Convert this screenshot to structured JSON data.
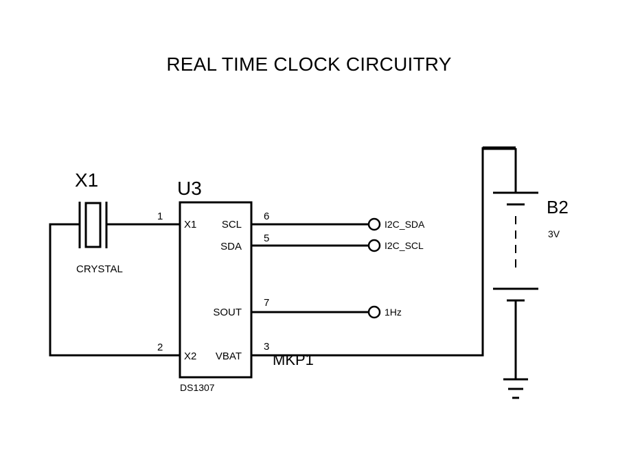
{
  "title": "REAL TIME CLOCK CIRCUITRY",
  "components": {
    "crystal": {
      "ref": "X1",
      "value": "CRYSTAL"
    },
    "ic": {
      "ref": "U3",
      "part": "DS1307",
      "pins": {
        "x1": {
          "name": "X1",
          "num": "1"
        },
        "x2": {
          "name": "X2",
          "num": "2"
        },
        "scl": {
          "name": "SCL",
          "num": "6"
        },
        "sda": {
          "name": "SDA",
          "num": "5"
        },
        "sout": {
          "name": "SOUT",
          "num": "7"
        },
        "vbat": {
          "name": "VBAT",
          "num": "3"
        }
      }
    },
    "battery": {
      "ref": "B2",
      "value": "3V"
    },
    "net_label": "MKP1"
  },
  "connectors": {
    "sda_out": "I2C_SDA",
    "scl_out": "I2C_SCL",
    "sout_out": "1Hz"
  }
}
